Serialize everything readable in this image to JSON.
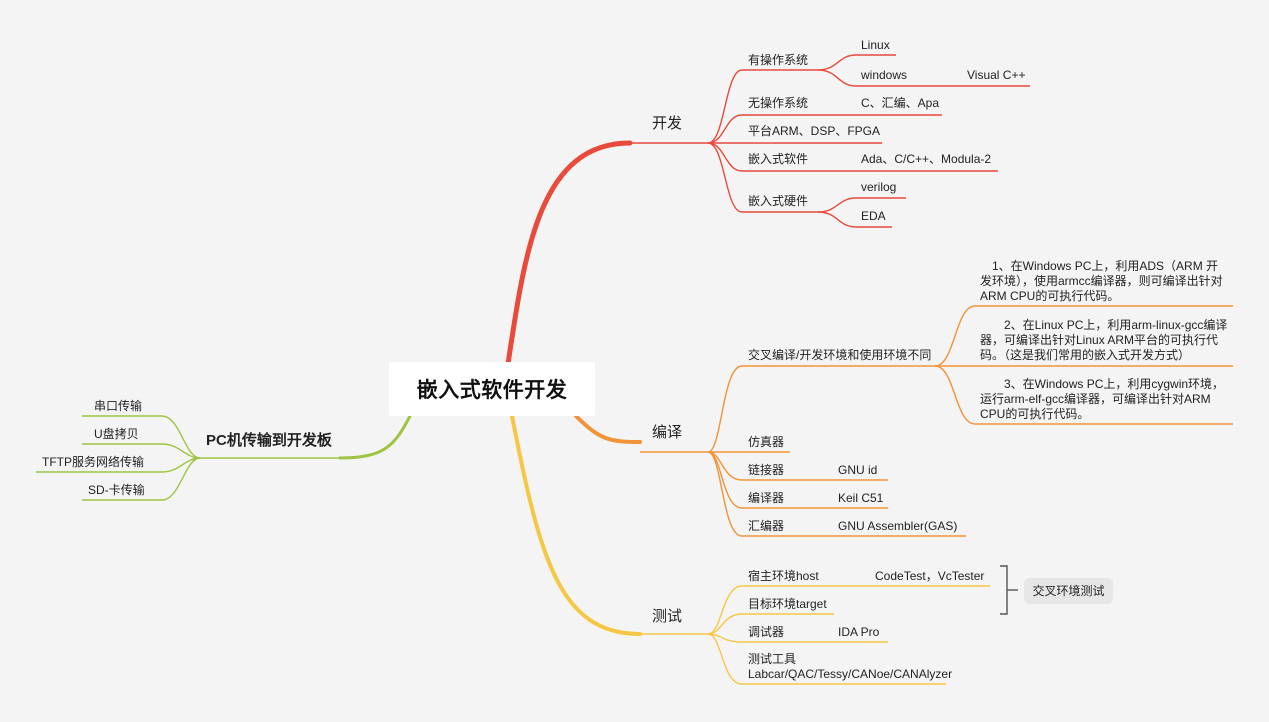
{
  "root": {
    "label": "嵌入式软件开发"
  },
  "colors": {
    "kaifa": "#e84a3c",
    "bianyi": "#f29337",
    "ceshi": "#f6c744",
    "pc": "#9dc443",
    "bracket": "#555555",
    "summary_bg": "#e6e6e6"
  },
  "branches": {
    "kaifa": {
      "label": "开发",
      "with_os": {
        "label": "有操作系统",
        "linux": "Linux",
        "windows": "windows",
        "vc": "Visual C++"
      },
      "no_os": {
        "label": "无操作系统",
        "lang": "C、汇编、Apa"
      },
      "platform": {
        "label": "平台ARM、DSP、FPGA"
      },
      "emb_sw": {
        "label": "嵌入式软件",
        "lang": "Ada、C/C++、Modula-2"
      },
      "emb_hw": {
        "label": "嵌入式硬件",
        "verilog": "verilog",
        "eda": "EDA"
      }
    },
    "bianyi": {
      "label": "编译",
      "cross": {
        "label": "交叉编译/开发环境和使用环境不同",
        "notes": [
          "　1、在Windows PC上，利用ADS（ARM 开发环境），使用armcc编译器，则可编译出针对ARM CPU的可执行代码。",
          "　　2、在Linux PC上，利用arm-linux-gcc编译器，可编译出针对Linux ARM平台的可执行代码。（这是我们常用的嵌入式开发方式）",
          "　　3、在Windows PC上，利用cygwin环境，运行arm-elf-gcc编译器，可编译出针对ARM CPU的可执行代码。"
        ]
      },
      "simulator": {
        "label": "仿真器"
      },
      "linker": {
        "label": "链接器",
        "tool": "GNU id"
      },
      "compiler": {
        "label": "编译器",
        "tool": "Keil C51"
      },
      "assembler": {
        "label": "汇编器",
        "tool": "GNU Assembler(GAS)"
      }
    },
    "ceshi": {
      "label": "测试",
      "host": {
        "label": "宿主环境host",
        "tool": "CodeTest，VcTester"
      },
      "target": {
        "label": "目标环境target"
      },
      "debugger": {
        "label": "调试器",
        "tool": "IDA Pro"
      },
      "tools": {
        "label": "测试工具Labcar/QAC/Tessy/CANoe/CANAlyzer"
      },
      "summary": "交叉环境测试"
    },
    "pc": {
      "label": "PC机传输到开发板",
      "items": [
        "串口传输",
        "U盘拷贝",
        "TFTP服务网络传输",
        "SD-卡传输"
      ]
    }
  }
}
